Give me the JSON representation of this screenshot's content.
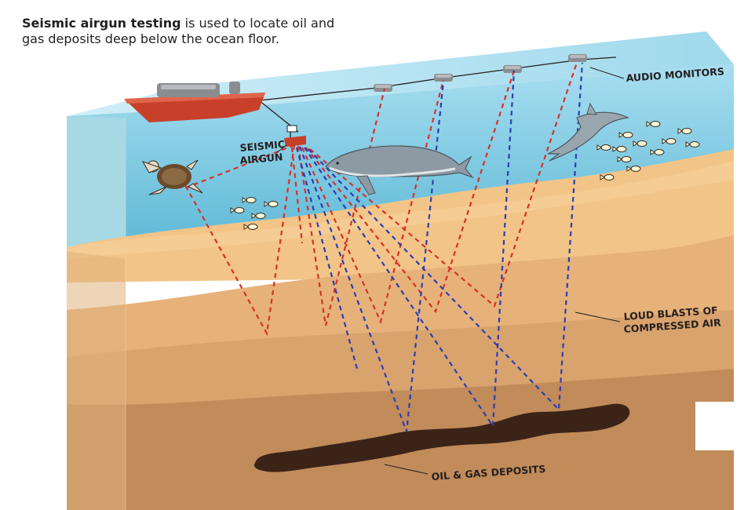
{
  "caption": {
    "bold": "Seismic airgun testing",
    "rest": " is used to locate oil and gas deposits deep below the ocean floor."
  },
  "labels": {
    "audio_monitors": "AUDIO MONITORS",
    "airgun_line1": "SEISMIC",
    "airgun_line2": "AIRGUN",
    "blasts_line1": "LOUD BLASTS OF",
    "blasts_line2": "COMPRESSED AIR",
    "deposits": "OIL & GAS DEPOSITS"
  },
  "colors": {
    "water_top": "#8fd3e6",
    "water_deep": "#5bb9d8",
    "sand": "#f1c083",
    "sediment1": "#e9b57c",
    "sediment2": "#d9a06b",
    "bedrock": "#c08958",
    "oil": "#3b2318",
    "ship_red": "#c8402a",
    "ray_red": "#d8302a",
    "ray_blue": "#2b3fb0"
  }
}
